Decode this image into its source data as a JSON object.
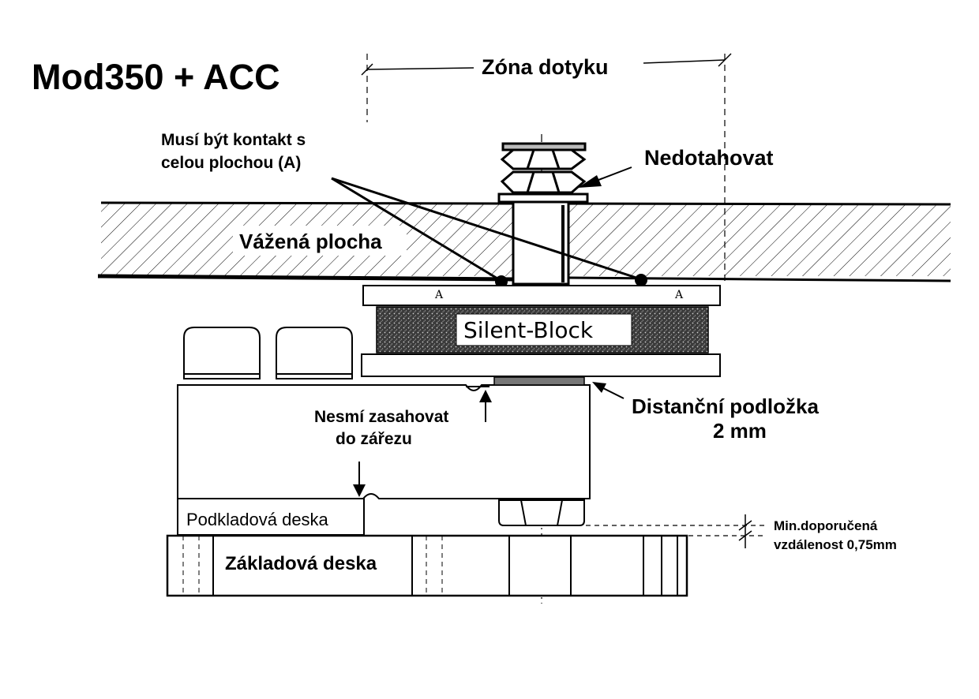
{
  "title": "Mod350 + ACC",
  "labels": {
    "contact_zone": "Zóna dotyku",
    "contact_note_line1": "Musí být kontakt s",
    "contact_note_line2": "celou plochou (A)",
    "do_not_tighten": "Nedotahovat",
    "weighed_surface": "Vážená plocha",
    "silent_block": "Silent-Block",
    "spacer_line1": "Distanční podložka",
    "spacer_line2": "2 mm",
    "notch_note_line1": "Nesmí zasahovat",
    "notch_note_line2": "do zářezu",
    "base_pad": "Podkladová deska",
    "foundation_plate": "Základová deska",
    "min_distance_line1": "Min.doporučená",
    "min_distance_line2": "vzdálenost 0,75mm",
    "area_mark_left": "A",
    "area_mark_right": "A"
  },
  "colors": {
    "ink": "#000000",
    "background": "#ffffff",
    "rubber": "#333333"
  }
}
